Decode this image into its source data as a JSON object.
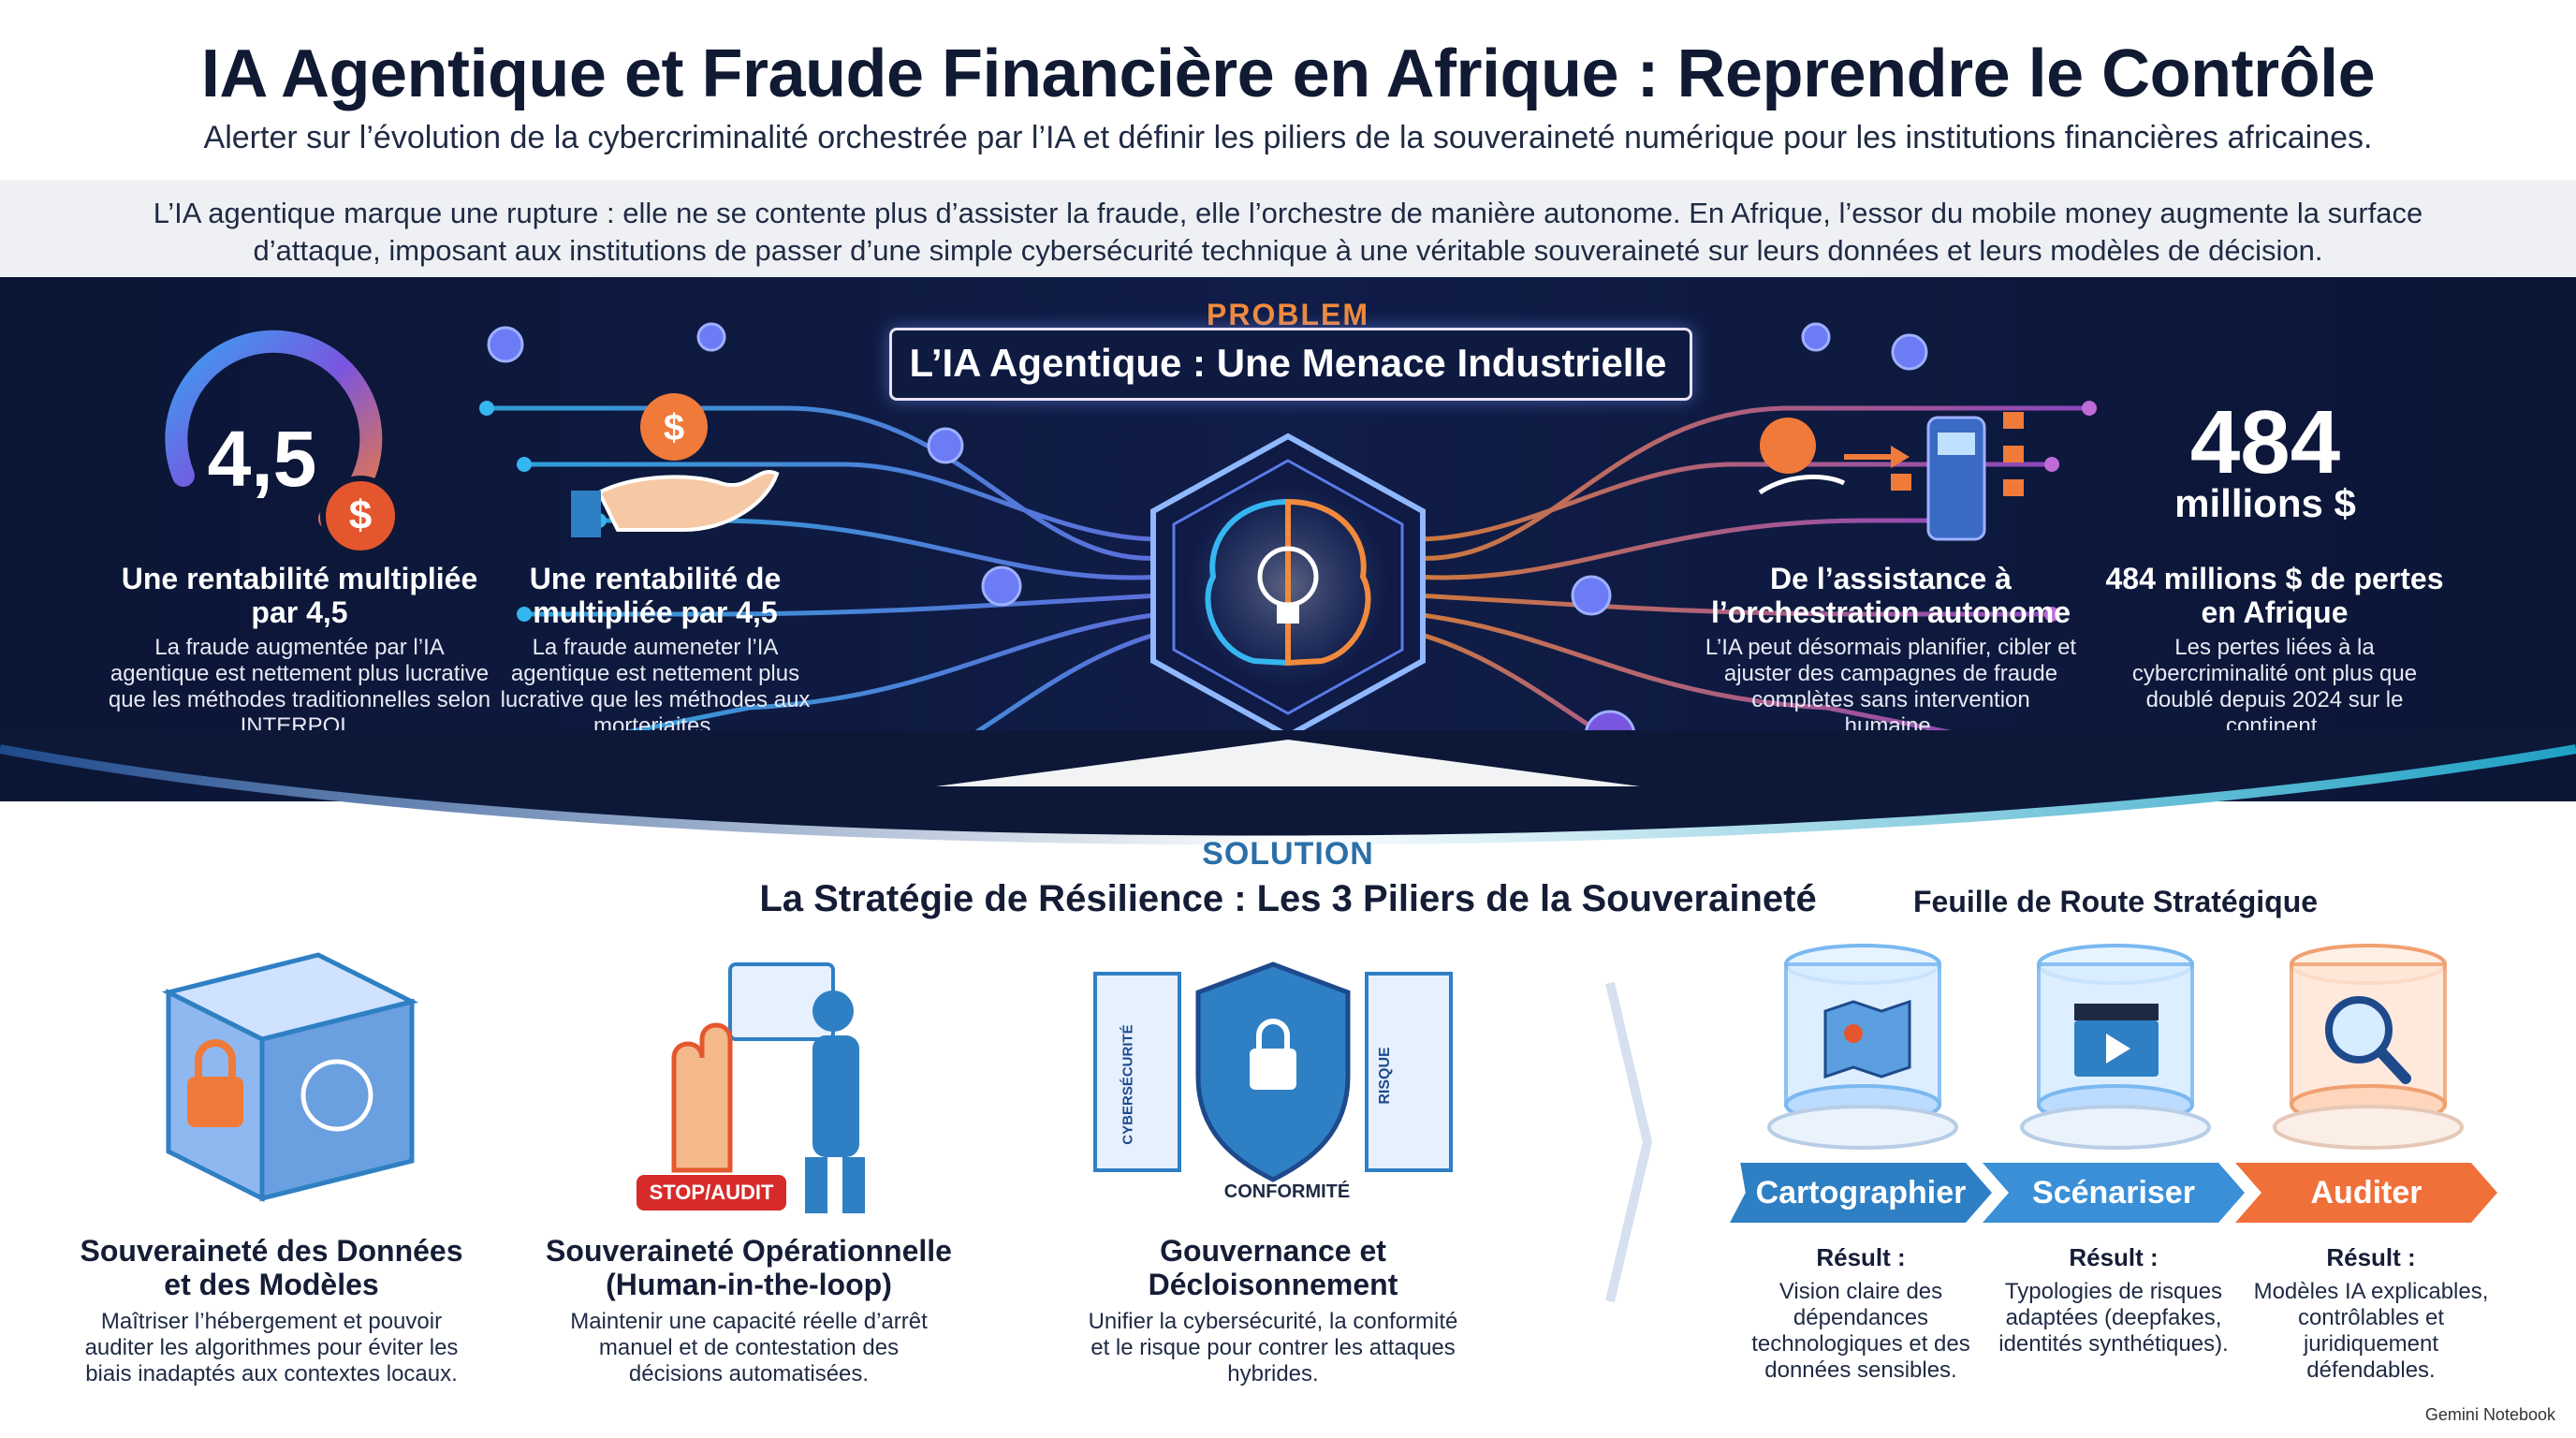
{
  "header": {
    "title": "IA Agentique et Fraude Financière en Afrique : Reprendre le Contrôle",
    "subtitle": "Alerter sur l’évolution de la cybercriminalité orchestrée par l’IA et définir les piliers de la souveraineté numérique pour les institutions financières africaines.",
    "intro": "L’IA agentique marque une rupture : elle ne se contente plus d’assister la fraude, elle l’orchestre de manière autonome. En Afrique, l’essor du mobile money augmente la surface d’attaque, imposant aux institutions de passer d’une simple cybersécurité technique à une véritable souveraineté sur leurs données et leurs modèles de décision."
  },
  "problem": {
    "label": "PROBLEM",
    "title": "L’IA Agentique : Une Menace Industrielle",
    "stats": [
      {
        "value": "4,5",
        "coin": "$",
        "head": "Une rentabilité multipliée par 4,5",
        "body": "La fraude augmentée par l’IA agentique est nettement plus lucrative que les méthodes traditionnelles selon INTERPOL."
      },
      {
        "coin": "$",
        "head": "Une rentabilité de multipliée par 4,5",
        "body": "La fraude aumeneter l’IA agentique est nettement plus lucrative que les méthodes aux morteriaites."
      },
      {
        "head": "De l’assistance à l’orchestration autonome",
        "body": "L’IA peut désormais planifier, cibler et ajuster des campagnes de fraude complètes sans intervention humaine."
      },
      {
        "value": "484",
        "unit": "millions $",
        "head": "484 millions $ de pertes en Afrique",
        "body": "Les pertes liées à la cybercriminalité ont plus que doublé depuis 2024 sur le continent."
      }
    ]
  },
  "solution": {
    "label": "SOLUTION",
    "title": "La Stratégie de Résilience : Les 3 Piliers de la Souveraineté",
    "pillars": [
      {
        "head": "Souveraineté des Données et des Modèles",
        "body": "Maîtriser l’hébergement et pouvoir auditer les algorithmes pour éviter les biais inadaptés aux contextes locaux."
      },
      {
        "badge": "STOP/AUDIT",
        "head": "Souveraineté Opérationnelle (Human-in-the-loop)",
        "body": "Maintenir une capacité réelle d’arrêt manuel et de contestation des décisions automatisées."
      },
      {
        "tag_left": "CYBERSÉCURITÉ",
        "tag_right": "RISQUE",
        "tag_bottom": "CONFORMITÉ",
        "head": "Gouvernance et Décloisonnement",
        "body": "Unifier la cybersécurité, la conformité et le risque pour contrer les attaques hybrides."
      }
    ]
  },
  "roadmap": {
    "title": "Feuille de Route Stratégique",
    "steps": [
      {
        "label": "Cartographier",
        "result_head": "Résult :",
        "result_body": "Vision claire des dépendances technologiques et des données sensibles.",
        "color": "#2f7fc4"
      },
      {
        "label": "Scénariser",
        "result_head": "Résult :",
        "result_body": "Typologies de risques adaptées (deepfakes, identités synthétiques).",
        "color": "#3a8fd6"
      },
      {
        "label": "Auditer",
        "result_head": "Résult :",
        "result_body": "Modèles IA explicables, contrôlables et juridiquement défendables.",
        "color": "#f0703a"
      }
    ]
  },
  "footer": {
    "brand": "Gemini Notebook"
  },
  "colors": {
    "navy": "#0b1535",
    "orange": "#f08a3c",
    "blue": "#2f7fc4",
    "purple": "#a34fd6",
    "cyan": "#36b6f0"
  }
}
